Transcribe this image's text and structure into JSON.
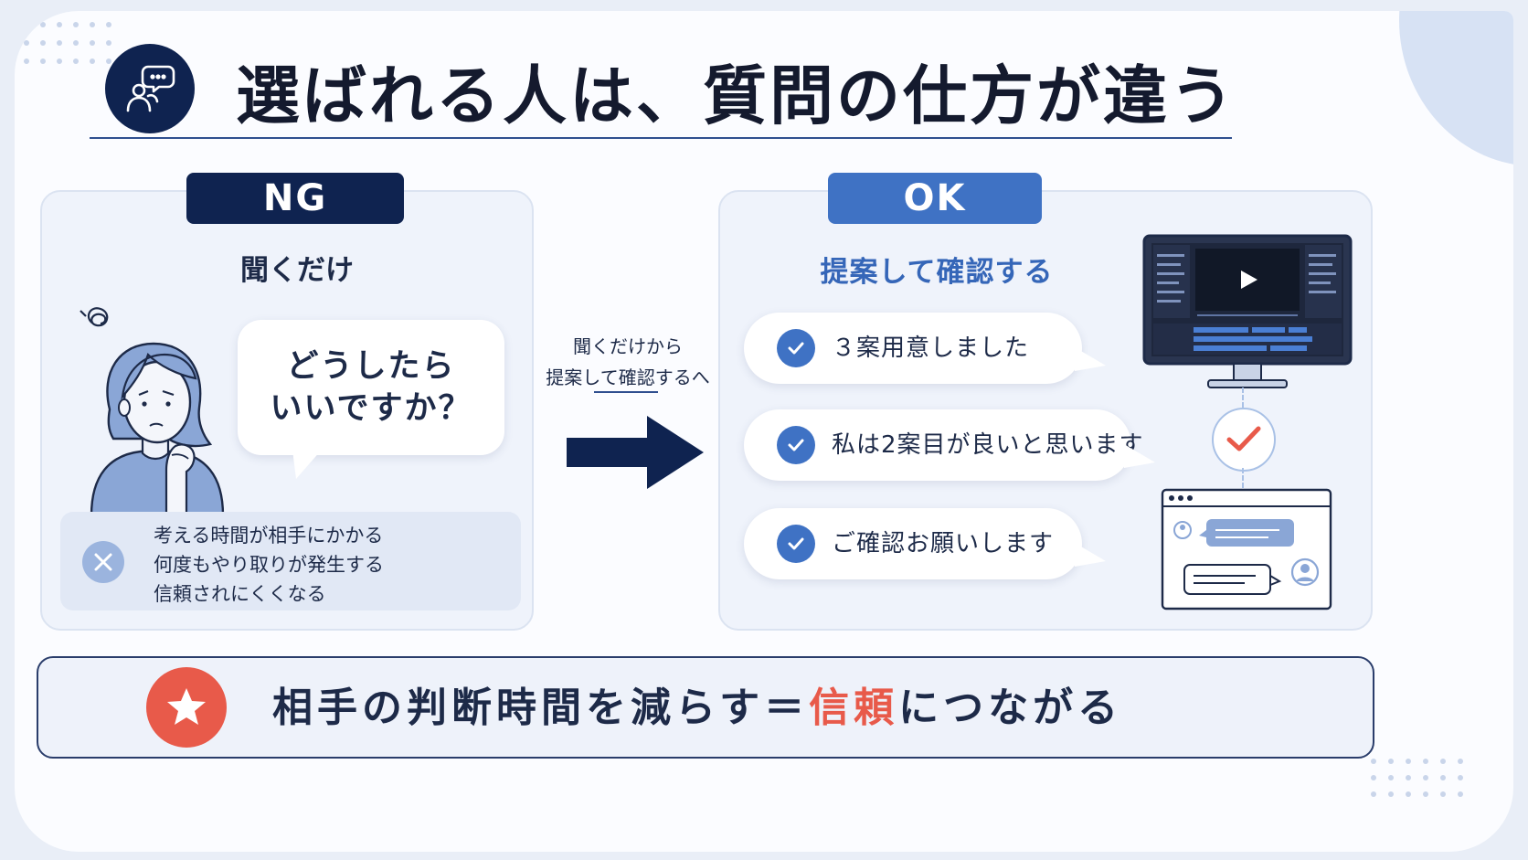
{
  "title": "選ばれる人は、質問の仕方が違う",
  "ng": {
    "tag": "NG",
    "subtitle": "聞くだけ",
    "speech": [
      "どうしたら",
      "いいですか？"
    ],
    "problems": [
      "考える時間が相手にかかる",
      "何度もやり取りが発生する",
      "信頼されにくくなる"
    ]
  },
  "middle": {
    "caption": [
      "聞くだけから",
      "提案して確認するへ"
    ]
  },
  "ok": {
    "tag": "OK",
    "subtitle": "提案して確認する",
    "items": [
      "３案用意しました",
      "私は2案目が良いと思います",
      "ご確認お願いします"
    ]
  },
  "bottom": {
    "text_before": "相手の判断時間を減らす＝",
    "text_accent": "信頼",
    "text_after": "につながる"
  },
  "colors": {
    "navy": "#0f2350",
    "blue": "#3f72c4",
    "accent_red": "#e85a4a",
    "panel_bg": "#eff3fb"
  },
  "icons": {
    "title": "speech-people-icon",
    "ng_mark": "x-icon",
    "ok_mark": "check-icon",
    "bottom": "star-icon"
  }
}
